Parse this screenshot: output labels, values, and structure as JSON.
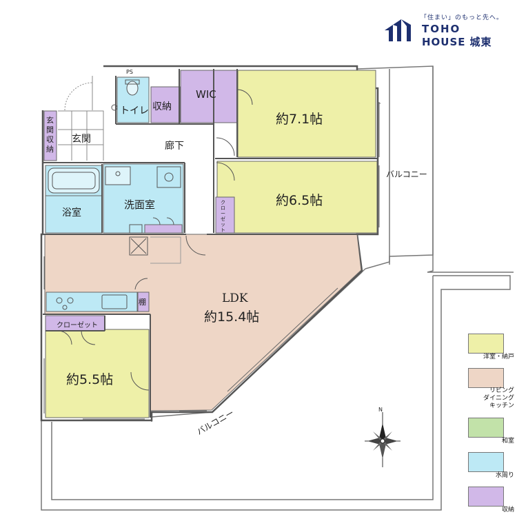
{
  "brand": {
    "tagline": "「住まい」のもっと先へ。",
    "name_line1": "TOHO",
    "name_line2": "HOUSE",
    "branch": "城東",
    "colors": {
      "navy": "#1d2f6f"
    }
  },
  "rooms": {
    "bedroom_1": "約7.1帖",
    "bedroom_2": "約6.5帖",
    "bedroom_3": "約5.5帖",
    "ldk_title": "LDK",
    "ldk_size": "約15.4帖",
    "wic": "WIC",
    "toilet": "トイレ",
    "storage": "収納",
    "corridor": "廊下",
    "entrance": "玄関",
    "entrance_storage": "玄関収納",
    "bath": "浴室",
    "washroom": "洗面室",
    "closet": "クローゼット",
    "closet_vertical": "クローゼット",
    "shelf": "棚",
    "ps_label": "PS",
    "balcony_east": "バルコニー",
    "balcony_south": "バルコニー"
  },
  "compass": {
    "north": "N"
  },
  "legend": [
    {
      "label": "洋室・納戸",
      "color": "#eef0a8"
    },
    {
      "label": "リビング\nダイニング\nキッチン",
      "color": "#eed6c6"
    },
    {
      "label": "和室",
      "color": "#c2e2a9"
    },
    {
      "label": "水周り",
      "color": "#bde9f5"
    },
    {
      "label": "収納",
      "color": "#d1b8e8"
    }
  ],
  "colors": {
    "western": "#eef0a8",
    "ldk": "#eed6c6",
    "water": "#bde9f5",
    "storage": "#d1b8e8",
    "wall": "#555555"
  }
}
